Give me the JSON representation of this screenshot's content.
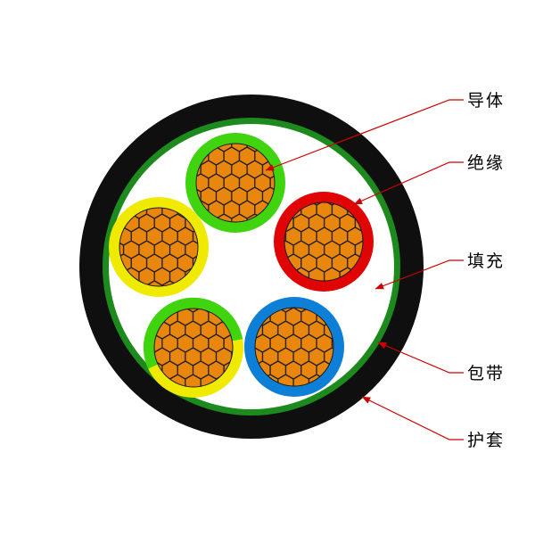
{
  "diagram": {
    "type": "power-cable-cross-section",
    "labels": {
      "conductor": "导体",
      "insulation": "绝缘",
      "filling": "填充",
      "tape": "包带",
      "sheath": "护套"
    },
    "colors": {
      "background": "#ffffff",
      "sheath": "#0f0f0f",
      "tape": "#1d8a1d",
      "filling": "#ffffff",
      "conductor_fill": "#e8860d",
      "strand_line": "#1a1a1a",
      "core_green": "#3fd40d",
      "core_red": "#e00404",
      "core_yellow": "#f0ea00",
      "core_blue": "#0d7fd6",
      "leader": "#cc0000",
      "label_text": "#000000"
    }
  }
}
